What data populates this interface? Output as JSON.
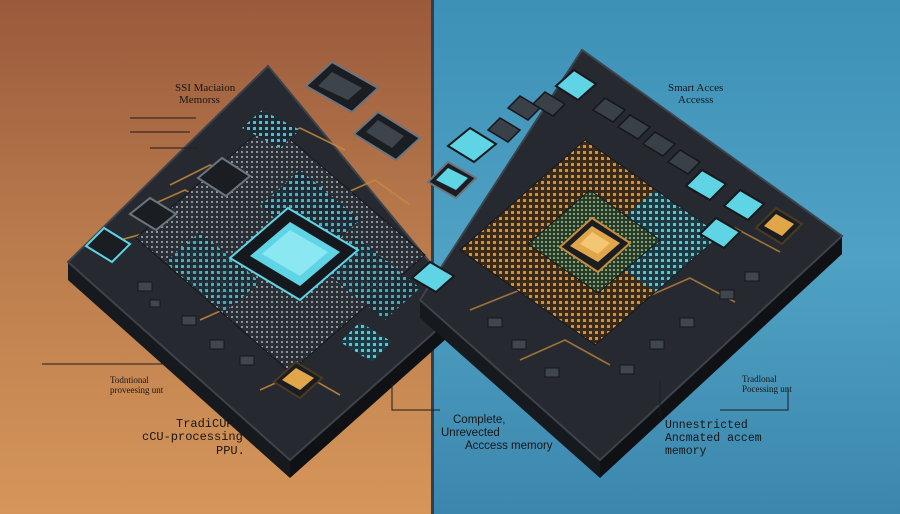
{
  "left_panel": {
    "top_label": [
      "SSI Maciaion",
      "Memorss"
    ],
    "bottom_small_label": [
      "Todntional",
      "proveesing unt"
    ],
    "bottom_large_label": [
      "TradiCUP",
      "cCU-processing",
      "PPU."
    ]
  },
  "right_panel": {
    "top_label": [
      "Smart Acces",
      "Accesss"
    ],
    "center_label": [
      "Complete,",
      "Unrevected",
      "Acccess memory"
    ],
    "side_small_label": [
      "Tradlonal",
      "Pocessing unt"
    ],
    "side_large_label": [
      "Unnestricted",
      "Ancmated accem",
      "memory"
    ]
  },
  "colors": {
    "left_bg": "#b87a4c",
    "right_bg": "#4fa2c4",
    "board": "#23272d",
    "chip_cyan": "#5fd4e4",
    "chip_gold": "#e2a64a",
    "copper": "#c98a3e"
  }
}
